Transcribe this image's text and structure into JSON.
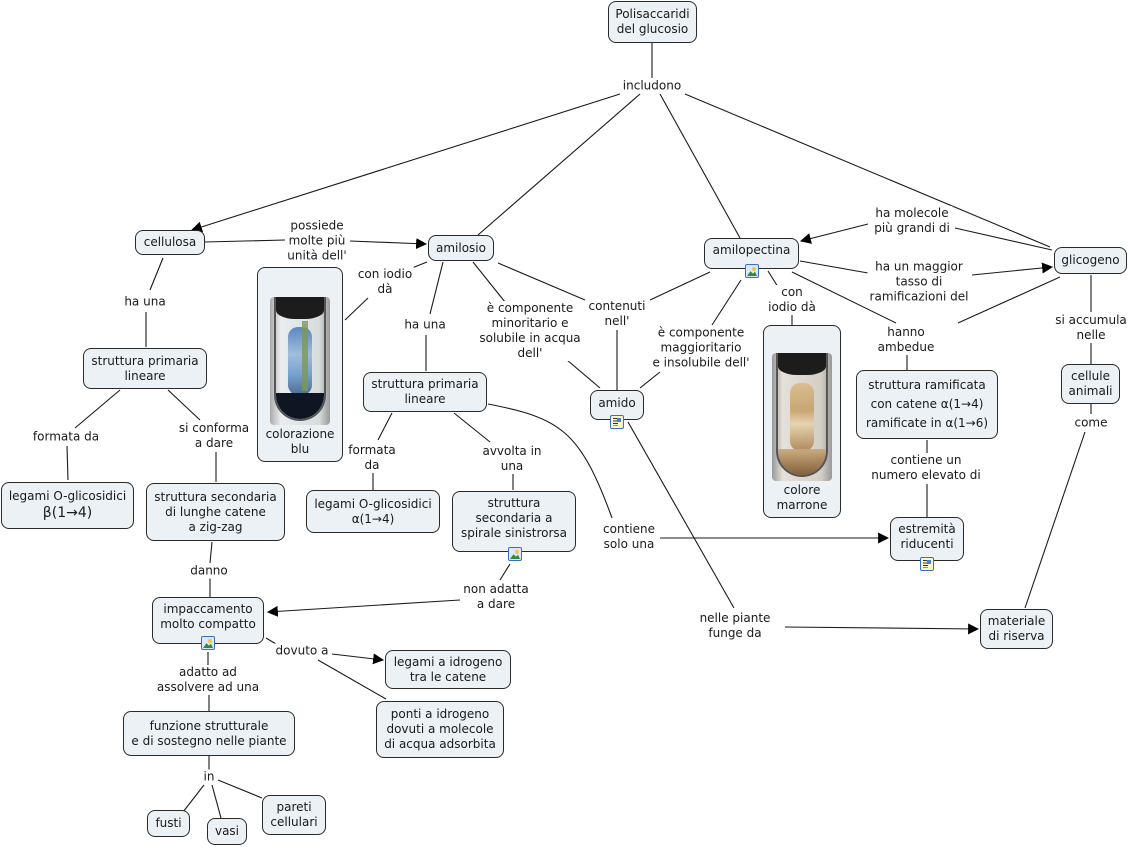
{
  "title": "Polisaccaridi del glucosio",
  "concepts": {
    "root": [
      "Polisaccaridi",
      "del glucosio"
    ],
    "cellulosa": [
      "cellulosa"
    ],
    "amilosio": [
      "amilosio"
    ],
    "amilopectina": [
      "amilopectina"
    ],
    "glicogeno": [
      "glicogeno"
    ],
    "amido": [
      "amido"
    ],
    "cell_struttura_primaria": [
      "struttura primaria",
      "lineare"
    ],
    "amil_struttura_primaria": [
      "struttura primaria",
      "lineare"
    ],
    "cell_legami": [
      "legami O-glicosidici",
      "β(1→4)"
    ],
    "cell_struttura_secondaria": [
      "struttura secondaria",
      "di lunghe catene",
      "a zig-zag"
    ],
    "amil_legami": [
      "legami O-glicosidici",
      "α(1→4)"
    ],
    "amil_struttura_secondaria": [
      "struttura",
      "secondaria a",
      "spirale sinistrorsa"
    ],
    "impaccamento": [
      "impaccamento",
      "molto compatto"
    ],
    "legami_idrogeno": [
      "legami a idrogeno",
      "tra le catene"
    ],
    "ponti_idrogeno": [
      "ponti a idrogeno",
      "dovuti a molecole",
      "di acqua adsorbita"
    ],
    "funzione": [
      "funzione strutturale",
      "e di sostegno nelle piante"
    ],
    "fusti": [
      "fusti"
    ],
    "vasi": [
      "vasi"
    ],
    "pareti": [
      "pareti",
      "cellulari"
    ],
    "struttura_ramificata": [
      "struttura ramificata",
      "con catene α(1→4)",
      "ramificate in α(1→6)"
    ],
    "estremita": [
      "estremità",
      "riducenti"
    ],
    "materiale": [
      "materiale",
      "di riserva"
    ],
    "cellule_animali": [
      "cellule",
      "animali"
    ],
    "colorazione_blu": [
      "colorazione",
      "blu"
    ],
    "colore_marrone": [
      "colore",
      "marrone"
    ]
  },
  "linking_phrases": {
    "includono": [
      "includono"
    ],
    "possiede": [
      "possiede",
      "molte più",
      "unità dell'"
    ],
    "con_iodio_amilosio": [
      "con iodio",
      "dà"
    ],
    "cell_ha_una": [
      "ha una"
    ],
    "amil_ha_una": [
      "ha una"
    ],
    "minoritario": [
      "è componente",
      "minoritario e",
      "solubile in acqua",
      "dell'"
    ],
    "contenuti": [
      "contenuti",
      "nell'"
    ],
    "maggioritario": [
      "è componente",
      "maggioritario",
      "e insolubile dell'"
    ],
    "con_iodio_amilopectina": [
      "con",
      "iodio dà"
    ],
    "ha_molecole": [
      "ha molecole",
      "più grandi di"
    ],
    "maggior_tasso": [
      "ha un maggior",
      "tasso di",
      "ramificazioni del"
    ],
    "hanno_ambedue": [
      "hanno",
      "ambedue"
    ],
    "si_accumula": [
      "si accumula",
      "nelle"
    ],
    "cell_formata_da": [
      "formata da"
    ],
    "si_conforma": [
      "si conforma",
      "a dare"
    ],
    "amil_formata_da": [
      "formata",
      "da"
    ],
    "avvolta": [
      "avvolta in",
      "una"
    ],
    "contiene_solo": [
      "contiene",
      "solo una"
    ],
    "contiene_un": [
      "contiene un",
      "numero elevato di"
    ],
    "come": [
      "come"
    ],
    "danno": [
      "danno"
    ],
    "non_adatta": [
      "non adatta",
      "a dare"
    ],
    "dovuto_a": [
      "dovuto a"
    ],
    "adatto_ad": [
      "adatto ad",
      "assolvere ad una"
    ],
    "nelle_piante": [
      "nelle piante",
      "funge da"
    ],
    "in": [
      "in"
    ]
  },
  "icons": {
    "amilopectina": "image-icon",
    "amido": "document-icon",
    "amil_struttura_secondaria": "image-icon",
    "impaccamento": "image-icon",
    "estremita": "document-icon"
  },
  "colors": {
    "node_fill": "#ebf1f4",
    "node_border": "#2a2a2a",
    "line": "#1a1a1a"
  }
}
